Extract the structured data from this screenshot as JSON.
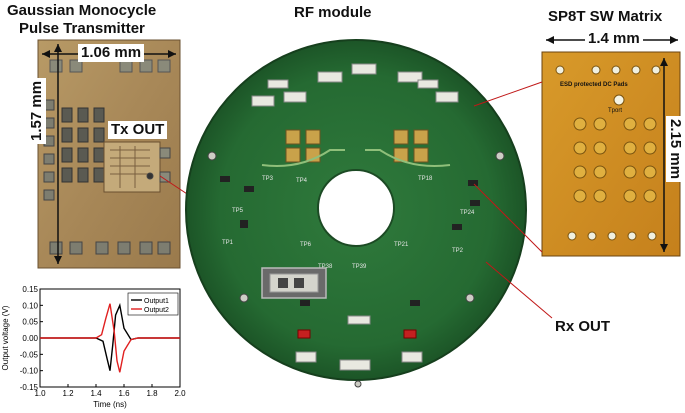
{
  "titles": {
    "tx_line1": "Gaussian Monocycle",
    "tx_line2": "Pulse Transmitter",
    "rf_module": "RF module",
    "switch": "SP8T SW Matrix"
  },
  "labels": {
    "tx_width": "1.06 mm",
    "tx_height": "1.57 mm",
    "tx_out": "Tx OUT",
    "sw_width": "1.4 mm",
    "sw_height": "2.15 mm",
    "rx_out": "Rx OUT",
    "sw_chip_text": "ESD protected DC Pads",
    "sw_tport": "Tport"
  },
  "chart_data": {
    "type": "line",
    "xlabel": "Time (ns)",
    "ylabel": "Output voltage (V)",
    "xlim": [
      1.0,
      2.0
    ],
    "ylim": [
      -0.15,
      0.15
    ],
    "xticks": [
      1.0,
      1.2,
      1.4,
      1.6,
      1.8,
      2.0
    ],
    "yticks": [
      -0.15,
      -0.1,
      -0.05,
      0.0,
      0.05,
      0.1,
      0.15
    ],
    "legend_position": "top-right",
    "series": [
      {
        "name": "Output1",
        "color": "#000000",
        "x": [
          1.0,
          1.4,
          1.45,
          1.48,
          1.5,
          1.52,
          1.54,
          1.57,
          1.6,
          1.65,
          1.7,
          2.0
        ],
        "y": [
          0.0,
          0.0,
          -0.01,
          -0.065,
          -0.1,
          -0.02,
          0.07,
          0.1,
          0.03,
          -0.005,
          0.0,
          0.0
        ]
      },
      {
        "name": "Output2",
        "color": "#e02020",
        "x": [
          1.0,
          1.4,
          1.44,
          1.47,
          1.5,
          1.53,
          1.55,
          1.57,
          1.6,
          1.65,
          1.7,
          2.0
        ],
        "y": [
          0.0,
          0.0,
          0.01,
          0.06,
          0.105,
          0.02,
          -0.07,
          -0.105,
          -0.04,
          -0.005,
          0.0,
          0.0
        ]
      }
    ]
  }
}
